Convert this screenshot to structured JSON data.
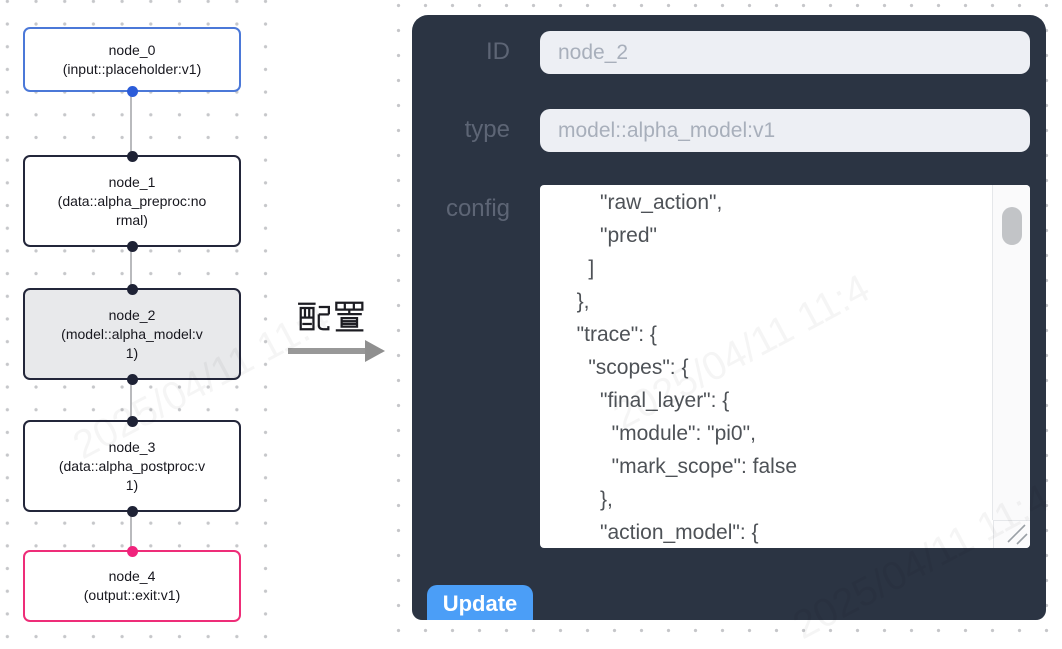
{
  "flow": {
    "nodes": [
      {
        "title": "node_0",
        "subtitle": "(input::placeholder:v1)"
      },
      {
        "title": "node_1",
        "subtitle": "(data::alpha_preproc:normal)"
      },
      {
        "title": "node_2",
        "subtitle": "(model::alpha_model:v1)"
      },
      {
        "title": "node_3",
        "subtitle": "(data::alpha_postproc:v1)"
      },
      {
        "title": "node_4",
        "subtitle": "(output::exit:v1)"
      }
    ]
  },
  "transition": {
    "label": "配置"
  },
  "panel": {
    "id_label": "ID",
    "id_value": "node_2",
    "type_label": "type",
    "type_value": "model::alpha_model:v1",
    "config_label": "config",
    "config_json": "      \"raw_action\",\n      \"pred\"\n    ]\n  },\n  \"trace\": {\n    \"scopes\": {\n      \"final_layer\": {\n        \"module\": \"pi0\",\n        \"mark_scope\": false\n      },\n      \"action_model\": {",
    "update_button": "Update"
  },
  "watermark": "2025/04/11 11:4",
  "colors": {
    "panel_bg": "#2b3443",
    "button_blue": "#4b9ef7",
    "input_node_border": "#4b78d8",
    "output_node_border": "#ee2d78",
    "default_node_border": "#23263a",
    "selected_node_bg": "#e8e9eb",
    "field_bg": "#edeff4",
    "dot_grid": "#c6c7ca"
  }
}
